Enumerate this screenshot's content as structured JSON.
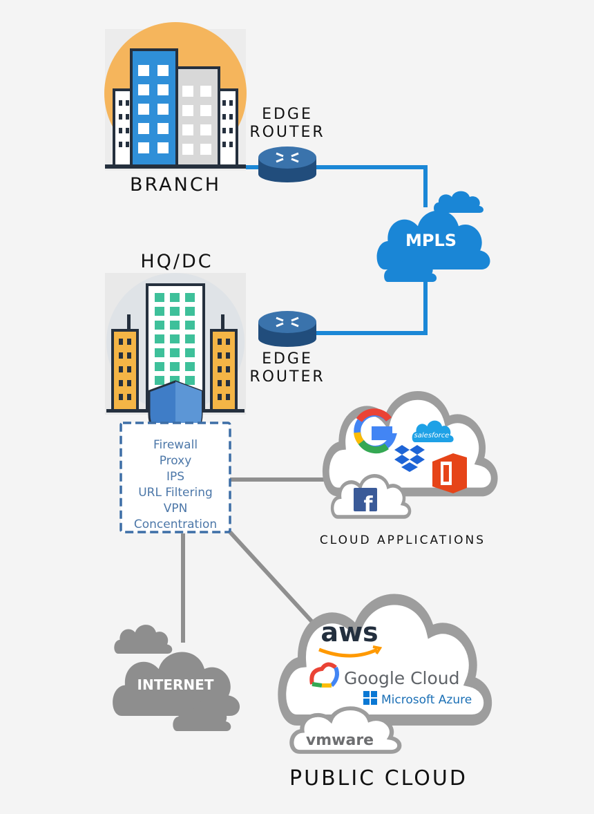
{
  "nodes": {
    "branch": "BRANCH",
    "edge_router_top": [
      "EDGE",
      "ROUTER"
    ],
    "hq": "HQ/DC",
    "edge_router_bottom": [
      "EDGE",
      "ROUTER"
    ],
    "mpls": "MPLS",
    "internet": "INTERNET"
  },
  "security_services": [
    "Firewall",
    "Proxy",
    "IPS",
    "URL Filtering",
    "VPN",
    "Concentration"
  ],
  "cloud_applications": {
    "label": "CLOUD APPLICATIONS",
    "logos": {
      "google": "G",
      "salesforce": "salesforce",
      "facebook": "f"
    }
  },
  "public_cloud": {
    "label": "PUBLIC CLOUD",
    "logos": {
      "aws": "aws",
      "google_cloud": "Google Cloud",
      "azure": "Microsoft Azure",
      "vmware": "vmware"
    }
  },
  "colors": {
    "mpls_blue": "#1a86d6",
    "link_blue": "#1b87d6",
    "link_gray": "#8f8f8f",
    "router": "#2d5b8f",
    "shield": "#3f7dc7"
  }
}
